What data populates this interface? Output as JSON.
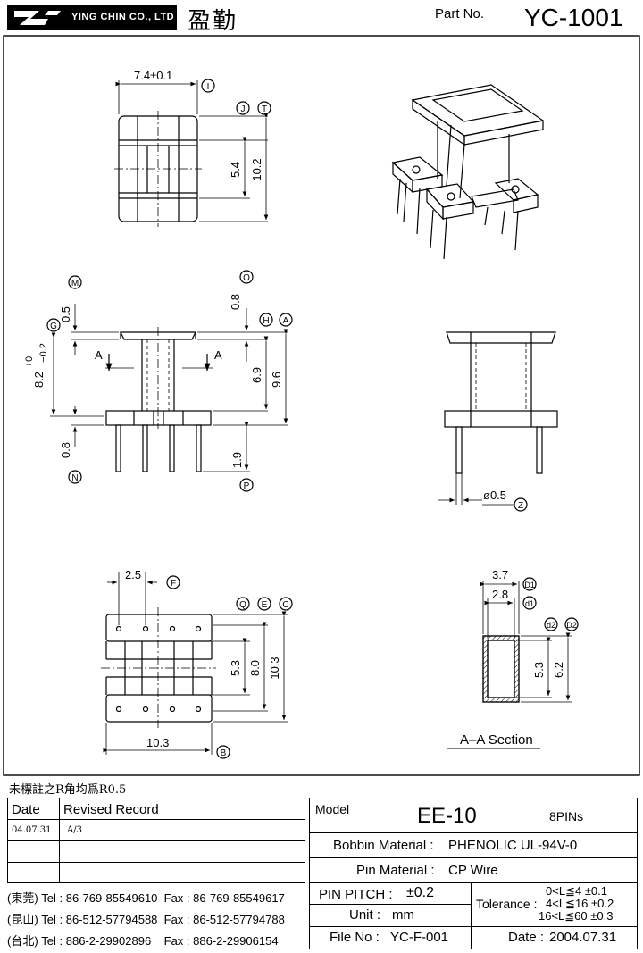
{
  "header": {
    "company": "YING CHIN CO., LTD",
    "company_cn": "盈勤",
    "part_label": "Part No.",
    "part_no": "YC-1001"
  },
  "dims": {
    "top_width": "7.4±0.1",
    "top_5_4": "5.4",
    "top_10_2": "10.2",
    "side_0_5": "0.5",
    "side_8_2": "8.2",
    "side_tol_plus": "+0",
    "side_tol_minus": "−0.2",
    "side_0_8_top": "0.8",
    "side_6_9": "6.9",
    "side_9_6": "9.6",
    "side_0_8_bot": "0.8",
    "side_1_9": "1.9",
    "section_A": "A",
    "pin_dia": "ø0.5",
    "bottom_2_5": "2.5",
    "bottom_5_3": "5.3",
    "bottom_8_0": "8.0",
    "bottom_10_3_v": "10.3",
    "bottom_10_3_h": "10.3",
    "sec_3_7": "3.7",
    "sec_2_8": "2.8",
    "sec_5_3": "5.3",
    "sec_6_2": "6.2",
    "section_title": "A–A Section"
  },
  "callouts": [
    "I",
    "J",
    "T",
    "M",
    "G",
    "O",
    "H",
    "A",
    "N",
    "P",
    "Z",
    "F",
    "Q",
    "E",
    "C",
    "B",
    "D1",
    "d1",
    "d2",
    "D2"
  ],
  "note": "未標註之R角均爲R0.5",
  "revision": {
    "headers": [
      "Date",
      "Revised  Record"
    ],
    "rows": [
      [
        "04.07.31",
        "A/3"
      ],
      [
        "",
        ""
      ],
      [
        "",
        ""
      ]
    ]
  },
  "contacts": [
    {
      "loc": "(東莞)",
      "tel": "Tel : 86-769-85549610",
      "fax": "Fax : 86-769-85549617"
    },
    {
      "loc": "(昆山)",
      "tel": "Tel : 86-512-57794588",
      "fax": "Fax : 86-512-57794788"
    },
    {
      "loc": "(台北)",
      "tel": "Tel : 886-2-29902896",
      "fax": "Fax : 886-2-29906154"
    }
  ],
  "spec": {
    "model_label": "Model",
    "model": "EE-10",
    "pins": "8PINs",
    "bobbin_label": "Bobbin  Material :",
    "bobbin": "PHENOLIC UL-94V-0",
    "pin_label": "Pin  Material :",
    "pin_material": "CP Wire",
    "pitch_label": "PIN  PITCH :",
    "pitch": "±0.2",
    "unit_label": "Unit :",
    "unit": "mm",
    "tolerance_label": "Tolerance :",
    "tol_rows": [
      "0<L≦4   ±0.1",
      "4<L≦16 ±0.2",
      "16<L≦60 ±0.3"
    ],
    "file_label": "File  No :",
    "file_no": "YC-F-001",
    "date_label": "Date :",
    "date": "2004.07.31"
  }
}
